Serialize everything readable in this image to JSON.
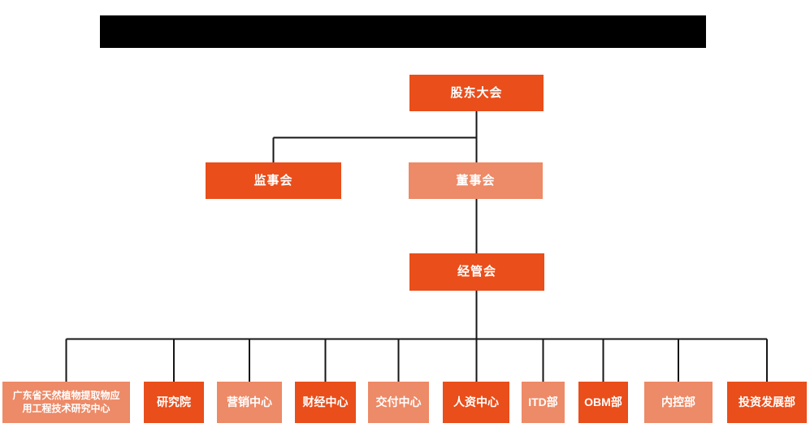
{
  "title_bar": {
    "redacted": true,
    "color": "#000000"
  },
  "org_chart": {
    "colors": {
      "primary": "#e94e1b",
      "secondary": "#ed8a67",
      "line": "#161616",
      "text": "#ffffff"
    },
    "nodes": {
      "shareholders": {
        "label": "股东大会",
        "variant": "primary"
      },
      "supervisors": {
        "label": "监事会",
        "variant": "primary"
      },
      "directors": {
        "label": "董事会",
        "variant": "secondary"
      },
      "management": {
        "label": "经管会",
        "variant": "primary"
      }
    },
    "departments": [
      {
        "label": "广东省天然植物提取物应用工程技术研究中心",
        "variant": "secondary"
      },
      {
        "label": "研究院",
        "variant": "primary"
      },
      {
        "label": "营销中心",
        "variant": "secondary"
      },
      {
        "label": "财经中心",
        "variant": "primary"
      },
      {
        "label": "交付中心",
        "variant": "secondary"
      },
      {
        "label": "人资中心",
        "variant": "primary"
      },
      {
        "label": "ITD部",
        "variant": "secondary"
      },
      {
        "label": "OBM部",
        "variant": "primary"
      },
      {
        "label": "内控部",
        "variant": "secondary"
      },
      {
        "label": "投资发展部",
        "variant": "primary"
      }
    ]
  }
}
